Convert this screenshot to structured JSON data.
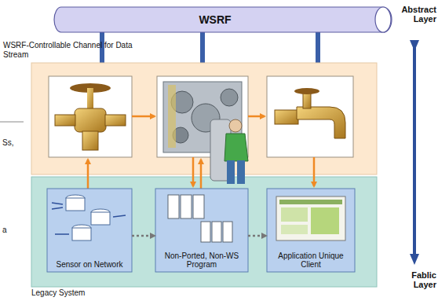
{
  "diagram": {
    "nodes": [
      {
        "text": [
          "WSRF"
        ]
      },
      {
        "text": [
          "Legacy System"
        ]
      },
      {
        "text": [
          "Sensor on Network"
        ],
        "in": 1
      },
      {
        "text": [
          "Non-Ported, Non-WS Program"
        ],
        "in": 1
      },
      {
        "text": [
          "Application Unique Client"
        ],
        "in": 1
      }
    ],
    "edges": [
      {
        "from": 2,
        "to": 3,
        "arrow": "to"
      },
      {
        "from": 3,
        "to": 4,
        "arrow": "to"
      }
    ],
    "labels": [
      "WSRF-Controllable Channel for Data Stream",
      "Abstract Layer",
      "Fablic Layer",
      "Ss,",
      "a"
    ]
  }
}
